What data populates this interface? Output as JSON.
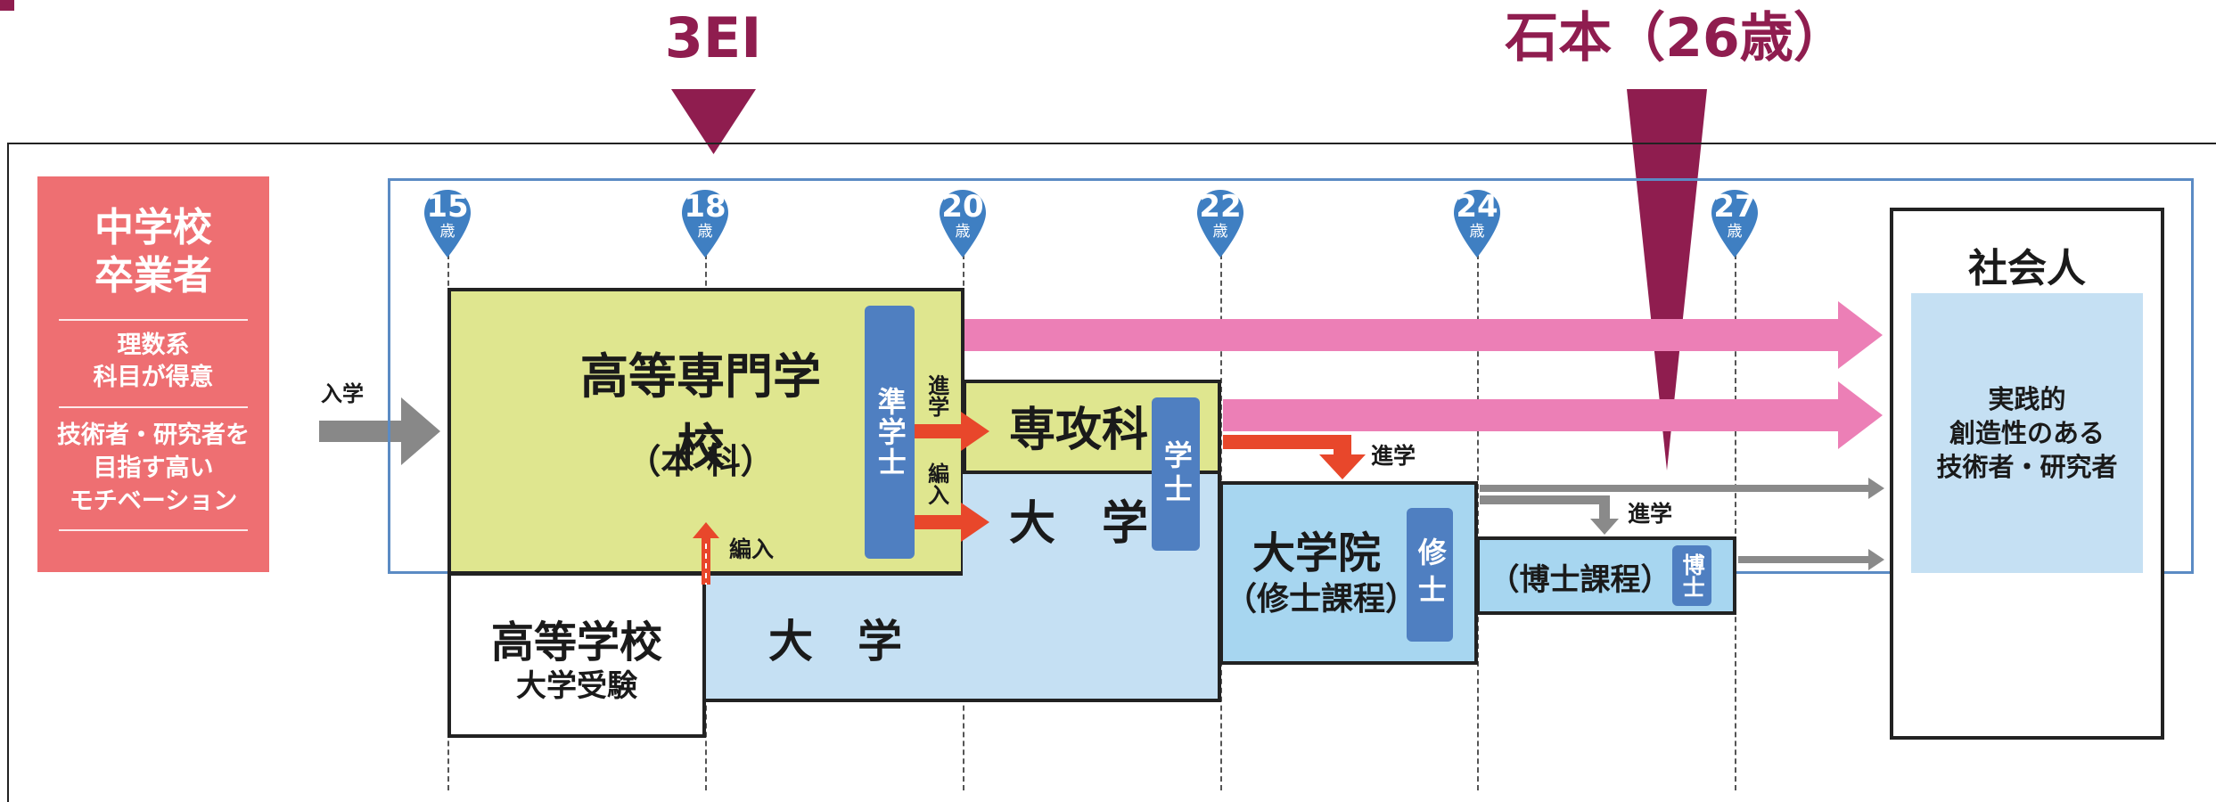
{
  "annotations": {
    "cohort_label": "3EI",
    "person_label": "石本（26歳）",
    "accent_color": "#8f1d4f"
  },
  "left_panel": {
    "title_line1": "中学校",
    "title_line2": "卒業者",
    "subtitle1_line1": "理数系",
    "subtitle1_line2": "科目が得意",
    "subtitle2_line1": "技術者・研究者を",
    "subtitle2_line2": "目指す高い",
    "subtitle2_line3": "モチベーション",
    "color": "#ee6f72"
  },
  "entry_arrow_label": "入学",
  "age_markers": [
    {
      "age": "15",
      "unit": "歳"
    },
    {
      "age": "18",
      "unit": "歳"
    },
    {
      "age": "20",
      "unit": "歳"
    },
    {
      "age": "22",
      "unit": "歳"
    },
    {
      "age": "24",
      "unit": "歳"
    },
    {
      "age": "27",
      "unit": "歳"
    }
  ],
  "kosen": {
    "title": "高等専門学校",
    "subtitle": "（本 科）",
    "degree_badge": "準学士",
    "color": "#dfe68f"
  },
  "path_labels": {
    "shingaku": "進学",
    "hennyu": "編入",
    "hennyu_up": "編入",
    "shingaku_grad": "進学",
    "shingaku_doctor": "進学"
  },
  "senkoka": {
    "title": "専攻科",
    "degree_badge": "学士"
  },
  "university_upper": {
    "title": "大　学"
  },
  "university_lower": {
    "title": "大　学"
  },
  "high_school": {
    "title": "高等学校",
    "subtitle": "大学受験"
  },
  "grad_school": {
    "title": "大学院",
    "subtitle": "（修士課程）",
    "degree_badge": "修士"
  },
  "doctoral": {
    "title": "（博士課程）",
    "degree_badge": "博士"
  },
  "society": {
    "title": "社会人",
    "description_line1": "実践的",
    "description_line2": "創造性のある",
    "description_line3": "技術者・研究者"
  }
}
